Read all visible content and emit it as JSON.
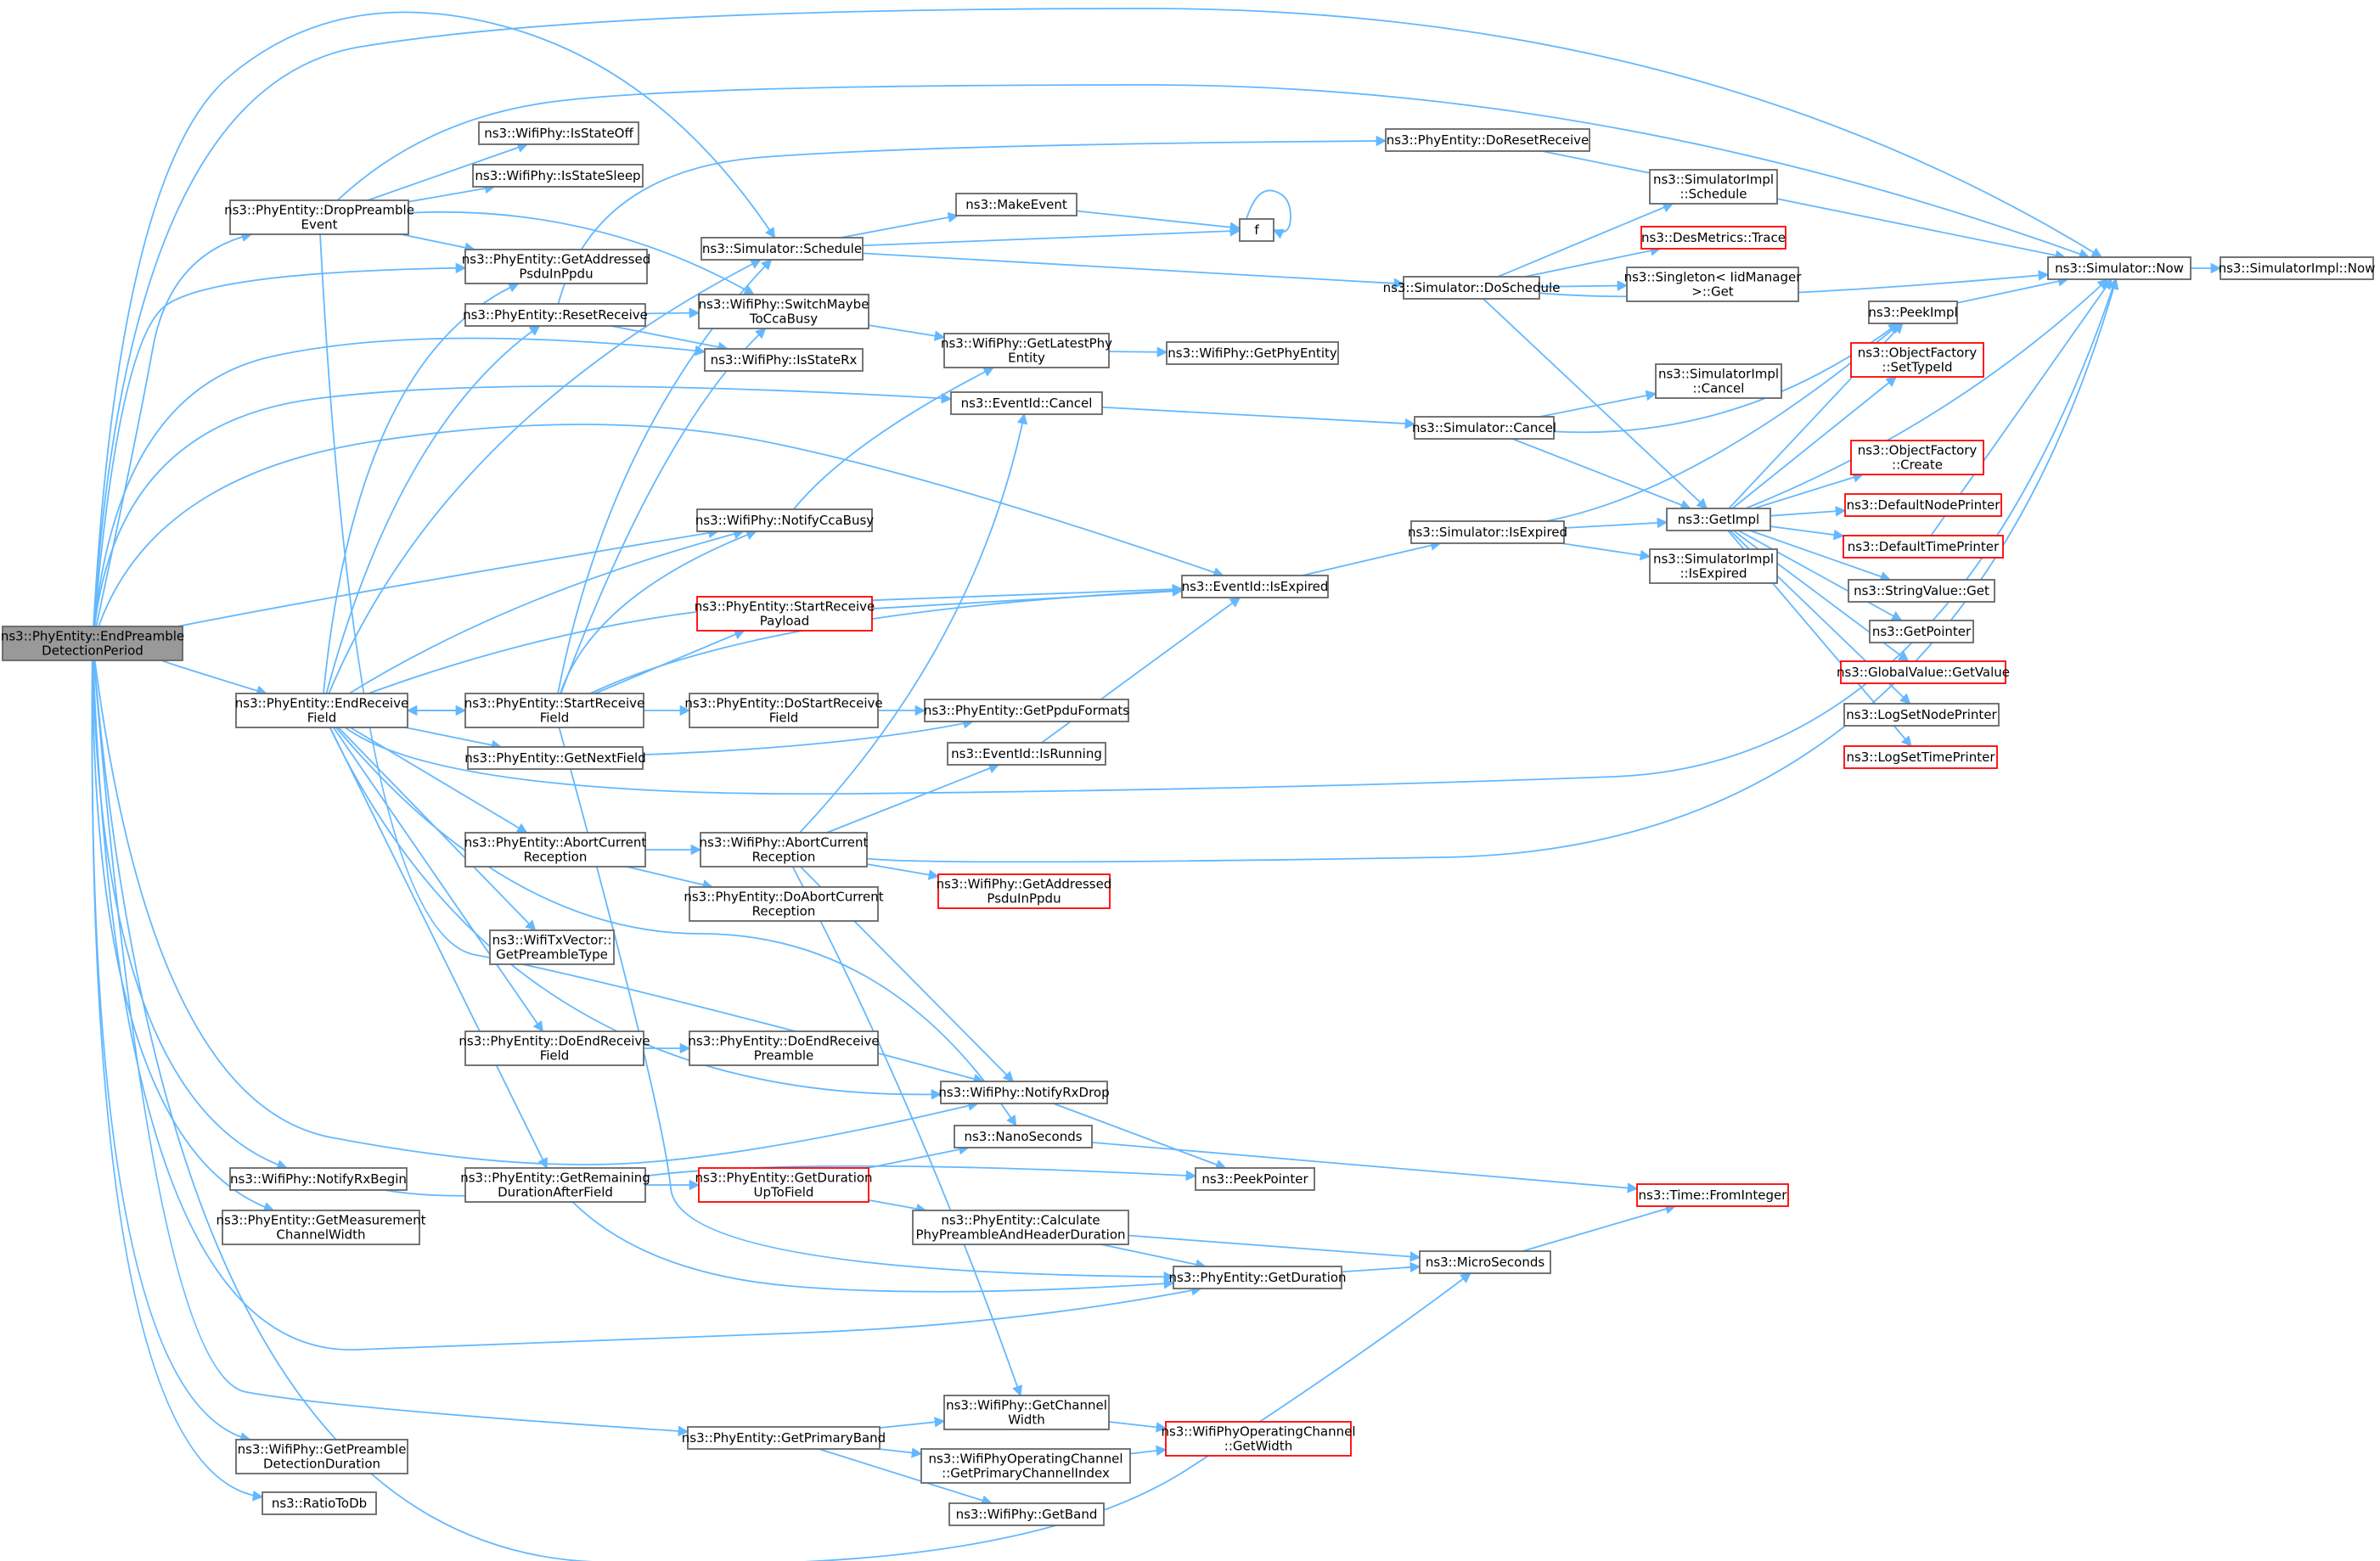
{
  "colors": {
    "edge": "#63b8ff",
    "node_border": "#666666",
    "red_border": "#ff0000",
    "root_fill": "#999999"
  },
  "nodes": [
    {
      "id": "root",
      "lines": [
        "ns3::PhyEntity::EndPreamble",
        "DetectionPeriod"
      ],
      "style": "root"
    },
    {
      "id": "dropPreamble",
      "lines": [
        "ns3::PhyEntity::DropPreamble",
        "Event"
      ]
    },
    {
      "id": "endReceiveField",
      "lines": [
        "ns3::PhyEntity::EndReceive",
        "Field"
      ]
    },
    {
      "id": "notifyRxBegin",
      "lines": [
        "ns3::WifiPhy::NotifyRxBegin"
      ]
    },
    {
      "id": "getMeasCW",
      "lines": [
        "ns3::PhyEntity::GetMeasurement",
        "ChannelWidth"
      ]
    },
    {
      "id": "getPreambleDetDur",
      "lines": [
        "ns3::WifiPhy::GetPreamble",
        "DetectionDuration"
      ]
    },
    {
      "id": "ratioToDb",
      "lines": [
        "ns3::RatioToDb"
      ]
    },
    {
      "id": "isStateOff",
      "lines": [
        "ns3::WifiPhy::IsStateOff"
      ]
    },
    {
      "id": "isStateSleep",
      "lines": [
        "ns3::WifiPhy::IsStateSleep"
      ]
    },
    {
      "id": "getAddrPsduPE",
      "lines": [
        "ns3::PhyEntity::GetAddressed",
        "PsduInPpdu"
      ]
    },
    {
      "id": "resetReceive",
      "lines": [
        "ns3::PhyEntity::ResetReceive"
      ]
    },
    {
      "id": "startReceiveField",
      "lines": [
        "ns3::PhyEntity::StartReceive",
        "Field"
      ]
    },
    {
      "id": "getNextField",
      "lines": [
        "ns3::PhyEntity::GetNextField"
      ]
    },
    {
      "id": "abortCurRecPE",
      "lines": [
        "ns3::PhyEntity::AbortCurrent",
        "Reception"
      ]
    },
    {
      "id": "getPreambleType",
      "lines": [
        "ns3::WifiTxVector::",
        "GetPreambleType"
      ]
    },
    {
      "id": "doEndReceiveField",
      "lines": [
        "ns3::PhyEntity::DoEndReceive",
        "Field"
      ]
    },
    {
      "id": "getRemainingDur",
      "lines": [
        "ns3::PhyEntity::GetRemaining",
        "DurationAfterField"
      ]
    },
    {
      "id": "simSchedule",
      "lines": [
        "ns3::Simulator::Schedule"
      ]
    },
    {
      "id": "switchMaybeCca",
      "lines": [
        "ns3::WifiPhy::SwitchMaybe",
        "ToCcaBusy"
      ]
    },
    {
      "id": "isStateRx",
      "lines": [
        "ns3::WifiPhy::IsStateRx"
      ]
    },
    {
      "id": "notifyCcaBusy",
      "lines": [
        "ns3::WifiPhy::NotifyCcaBusy"
      ]
    },
    {
      "id": "startRecPayload",
      "lines": [
        "ns3::PhyEntity::StartReceive",
        "Payload"
      ],
      "style": "red"
    },
    {
      "id": "doStartRecField",
      "lines": [
        "ns3::PhyEntity::DoStartReceive",
        "Field"
      ]
    },
    {
      "id": "abortCurRecWP",
      "lines": [
        "ns3::WifiPhy::AbortCurrent",
        "Reception"
      ]
    },
    {
      "id": "doAbortCurRec",
      "lines": [
        "ns3::PhyEntity::DoAbortCurrent",
        "Reception"
      ]
    },
    {
      "id": "doEndRecPreamble",
      "lines": [
        "ns3::PhyEntity::DoEndReceive",
        "Preamble"
      ]
    },
    {
      "id": "getDurUpToField",
      "lines": [
        "ns3::PhyEntity::GetDuration",
        "UpToField"
      ],
      "style": "red"
    },
    {
      "id": "getPrimaryBand",
      "lines": [
        "ns3::PhyEntity::GetPrimaryBand"
      ]
    },
    {
      "id": "makeEvent",
      "lines": [
        "ns3::MakeEvent"
      ]
    },
    {
      "id": "f",
      "lines": [
        "f"
      ]
    },
    {
      "id": "doResetReceive",
      "lines": [
        "ns3::PhyEntity::DoResetReceive"
      ]
    },
    {
      "id": "getLatestPhy",
      "lines": [
        "ns3::WifiPhy::GetLatestPhy",
        "Entity"
      ]
    },
    {
      "id": "eventIdCancel",
      "lines": [
        "ns3::EventId::Cancel"
      ]
    },
    {
      "id": "getPpduFormats",
      "lines": [
        "ns3::PhyEntity::GetPpduFormats"
      ]
    },
    {
      "id": "eventIdIsRunning",
      "lines": [
        "ns3::EventId::IsRunning"
      ]
    },
    {
      "id": "getAddrPsduWP",
      "lines": [
        "ns3::WifiPhy::GetAddressed",
        "PsduInPpdu"
      ],
      "style": "red"
    },
    {
      "id": "notifyRxDrop",
      "lines": [
        "ns3::WifiPhy::NotifyRxDrop"
      ]
    },
    {
      "id": "nanoSeconds",
      "lines": [
        "ns3::NanoSeconds"
      ]
    },
    {
      "id": "calcPhyPreamble",
      "lines": [
        "ns3::PhyEntity::Calculate",
        "PhyPreambleAndHeaderDuration"
      ]
    },
    {
      "id": "getChannelWidth",
      "lines": [
        "ns3::WifiPhy::GetChannel",
        "Width"
      ]
    },
    {
      "id": "getPrimaryChIdx",
      "lines": [
        "ns3::WifiPhyOperatingChannel",
        "::GetPrimaryChannelIndex"
      ]
    },
    {
      "id": "getBand",
      "lines": [
        "ns3::WifiPhy::GetBand"
      ]
    },
    {
      "id": "getPhyEntity",
      "lines": [
        "ns3::WifiPhy::GetPhyEntity"
      ]
    },
    {
      "id": "eventIdIsExpired",
      "lines": [
        "ns3::EventId::IsExpired"
      ]
    },
    {
      "id": "peekPointer",
      "lines": [
        "ns3::PeekPointer"
      ]
    },
    {
      "id": "getDuration",
      "lines": [
        "ns3::PhyEntity::GetDuration"
      ]
    },
    {
      "id": "opChGetWidth",
      "lines": [
        "ns3::WifiPhyOperatingChannel",
        "::GetWidth"
      ],
      "style": "red"
    },
    {
      "id": "simDoSchedule",
      "lines": [
        "ns3::Simulator::DoSchedule"
      ]
    },
    {
      "id": "simCancel",
      "lines": [
        "ns3::Simulator::Cancel"
      ]
    },
    {
      "id": "simIsExpired",
      "lines": [
        "ns3::Simulator::IsExpired"
      ]
    },
    {
      "id": "microSeconds",
      "lines": [
        "ns3::MicroSeconds"
      ]
    },
    {
      "id": "implSchedule",
      "lines": [
        "ns3::SimulatorImpl",
        "::Schedule"
      ]
    },
    {
      "id": "desMetricsTrace",
      "lines": [
        "ns3::DesMetrics::Trace"
      ],
      "style": "red"
    },
    {
      "id": "singletonGet",
      "lines": [
        "ns3::Singleton< IidManager",
        ">::Get"
      ]
    },
    {
      "id": "implCancel",
      "lines": [
        "ns3::SimulatorImpl",
        "::Cancel"
      ]
    },
    {
      "id": "getImpl",
      "lines": [
        "ns3::GetImpl"
      ]
    },
    {
      "id": "implIsExpired",
      "lines": [
        "ns3::SimulatorImpl",
        "::IsExpired"
      ]
    },
    {
      "id": "timeFromInteger",
      "lines": [
        "ns3::Time::FromInteger"
      ],
      "style": "red"
    },
    {
      "id": "simNow",
      "lines": [
        "ns3::Simulator::Now"
      ]
    },
    {
      "id": "implNow",
      "lines": [
        "ns3::SimulatorImpl::Now"
      ]
    },
    {
      "id": "peekImpl",
      "lines": [
        "ns3::PeekImpl"
      ]
    },
    {
      "id": "objFactSetTypeId",
      "lines": [
        "ns3::ObjectFactory",
        "::SetTypeId"
      ],
      "style": "red"
    },
    {
      "id": "objFactCreate",
      "lines": [
        "ns3::ObjectFactory",
        "::Create"
      ],
      "style": "red"
    },
    {
      "id": "defaultNodePrinter",
      "lines": [
        "ns3::DefaultNodePrinter"
      ],
      "style": "red"
    },
    {
      "id": "defaultTimePrinter",
      "lines": [
        "ns3::DefaultTimePrinter"
      ],
      "style": "red"
    },
    {
      "id": "stringValueGet",
      "lines": [
        "ns3::StringValue::Get"
      ]
    },
    {
      "id": "getPointer",
      "lines": [
        "ns3::GetPointer"
      ]
    },
    {
      "id": "globalValueGet",
      "lines": [
        "ns3::GlobalValue::GetValue"
      ],
      "style": "red"
    },
    {
      "id": "logSetNodePrinter",
      "lines": [
        "ns3::LogSetNodePrinter"
      ]
    },
    {
      "id": "logSetTimePrinter",
      "lines": [
        "ns3::LogSetTimePrinter"
      ],
      "style": "red"
    }
  ]
}
